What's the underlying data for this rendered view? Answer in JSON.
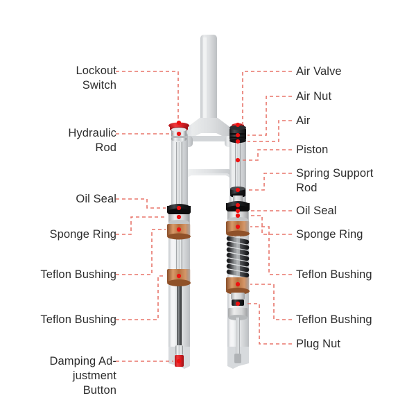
{
  "diagram": {
    "title": "Bicycle Suspension Fork Cutaway Diagram",
    "background_color": "#ffffff",
    "label_color": "#2d2d2d",
    "leader_line_color": "#e8756a",
    "anchor_dot_color": "#ee1111",
    "accent_red": "#e02020",
    "copper_color": "#b5713f",
    "seal_black": "#1f1f1f",
    "body_gray": "#dcdee0"
  },
  "labels": {
    "left": [
      {
        "id": "lockout-switch",
        "text": "Lockout\nSwitch"
      },
      {
        "id": "hydraulic-rod",
        "text": "Hydraulic\nRod"
      },
      {
        "id": "oil-seal-left",
        "text": "Oil Seal"
      },
      {
        "id": "sponge-ring-left",
        "text": "Sponge Ring"
      },
      {
        "id": "teflon-bushing-left-upper",
        "text": "Teflon Bushing"
      },
      {
        "id": "teflon-bushing-left-lower",
        "text": "Teflon Bushing"
      },
      {
        "id": "damping-adjustment-button",
        "text": "Damping Ad-\njustment\nButton"
      }
    ],
    "right": [
      {
        "id": "air-valve",
        "text": "Air Valve"
      },
      {
        "id": "air-nut",
        "text": "Air Nut"
      },
      {
        "id": "air",
        "text": "Air"
      },
      {
        "id": "piston",
        "text": "Piston"
      },
      {
        "id": "spring-support-rod",
        "text": "Spring Support\nRod"
      },
      {
        "id": "oil-seal-right",
        "text": "Oil Seal"
      },
      {
        "id": "sponge-ring-right",
        "text": "Sponge Ring"
      },
      {
        "id": "teflon-bushing-right-upper",
        "text": "Teflon Bushing"
      },
      {
        "id": "teflon-bushing-right-lower",
        "text": "Teflon Bushing"
      },
      {
        "id": "plug-nut",
        "text": "Plug Nut"
      }
    ]
  },
  "parts": {
    "steerer_tube": "Steerer Tube",
    "crown": "Fork Crown",
    "arch_brace": "Arch Brace",
    "left_leg": "Left Fork Leg (Damping Cartridge)",
    "right_leg": "Right Fork Leg (Spring / Air)",
    "coil_spring": "Coil Spring"
  }
}
